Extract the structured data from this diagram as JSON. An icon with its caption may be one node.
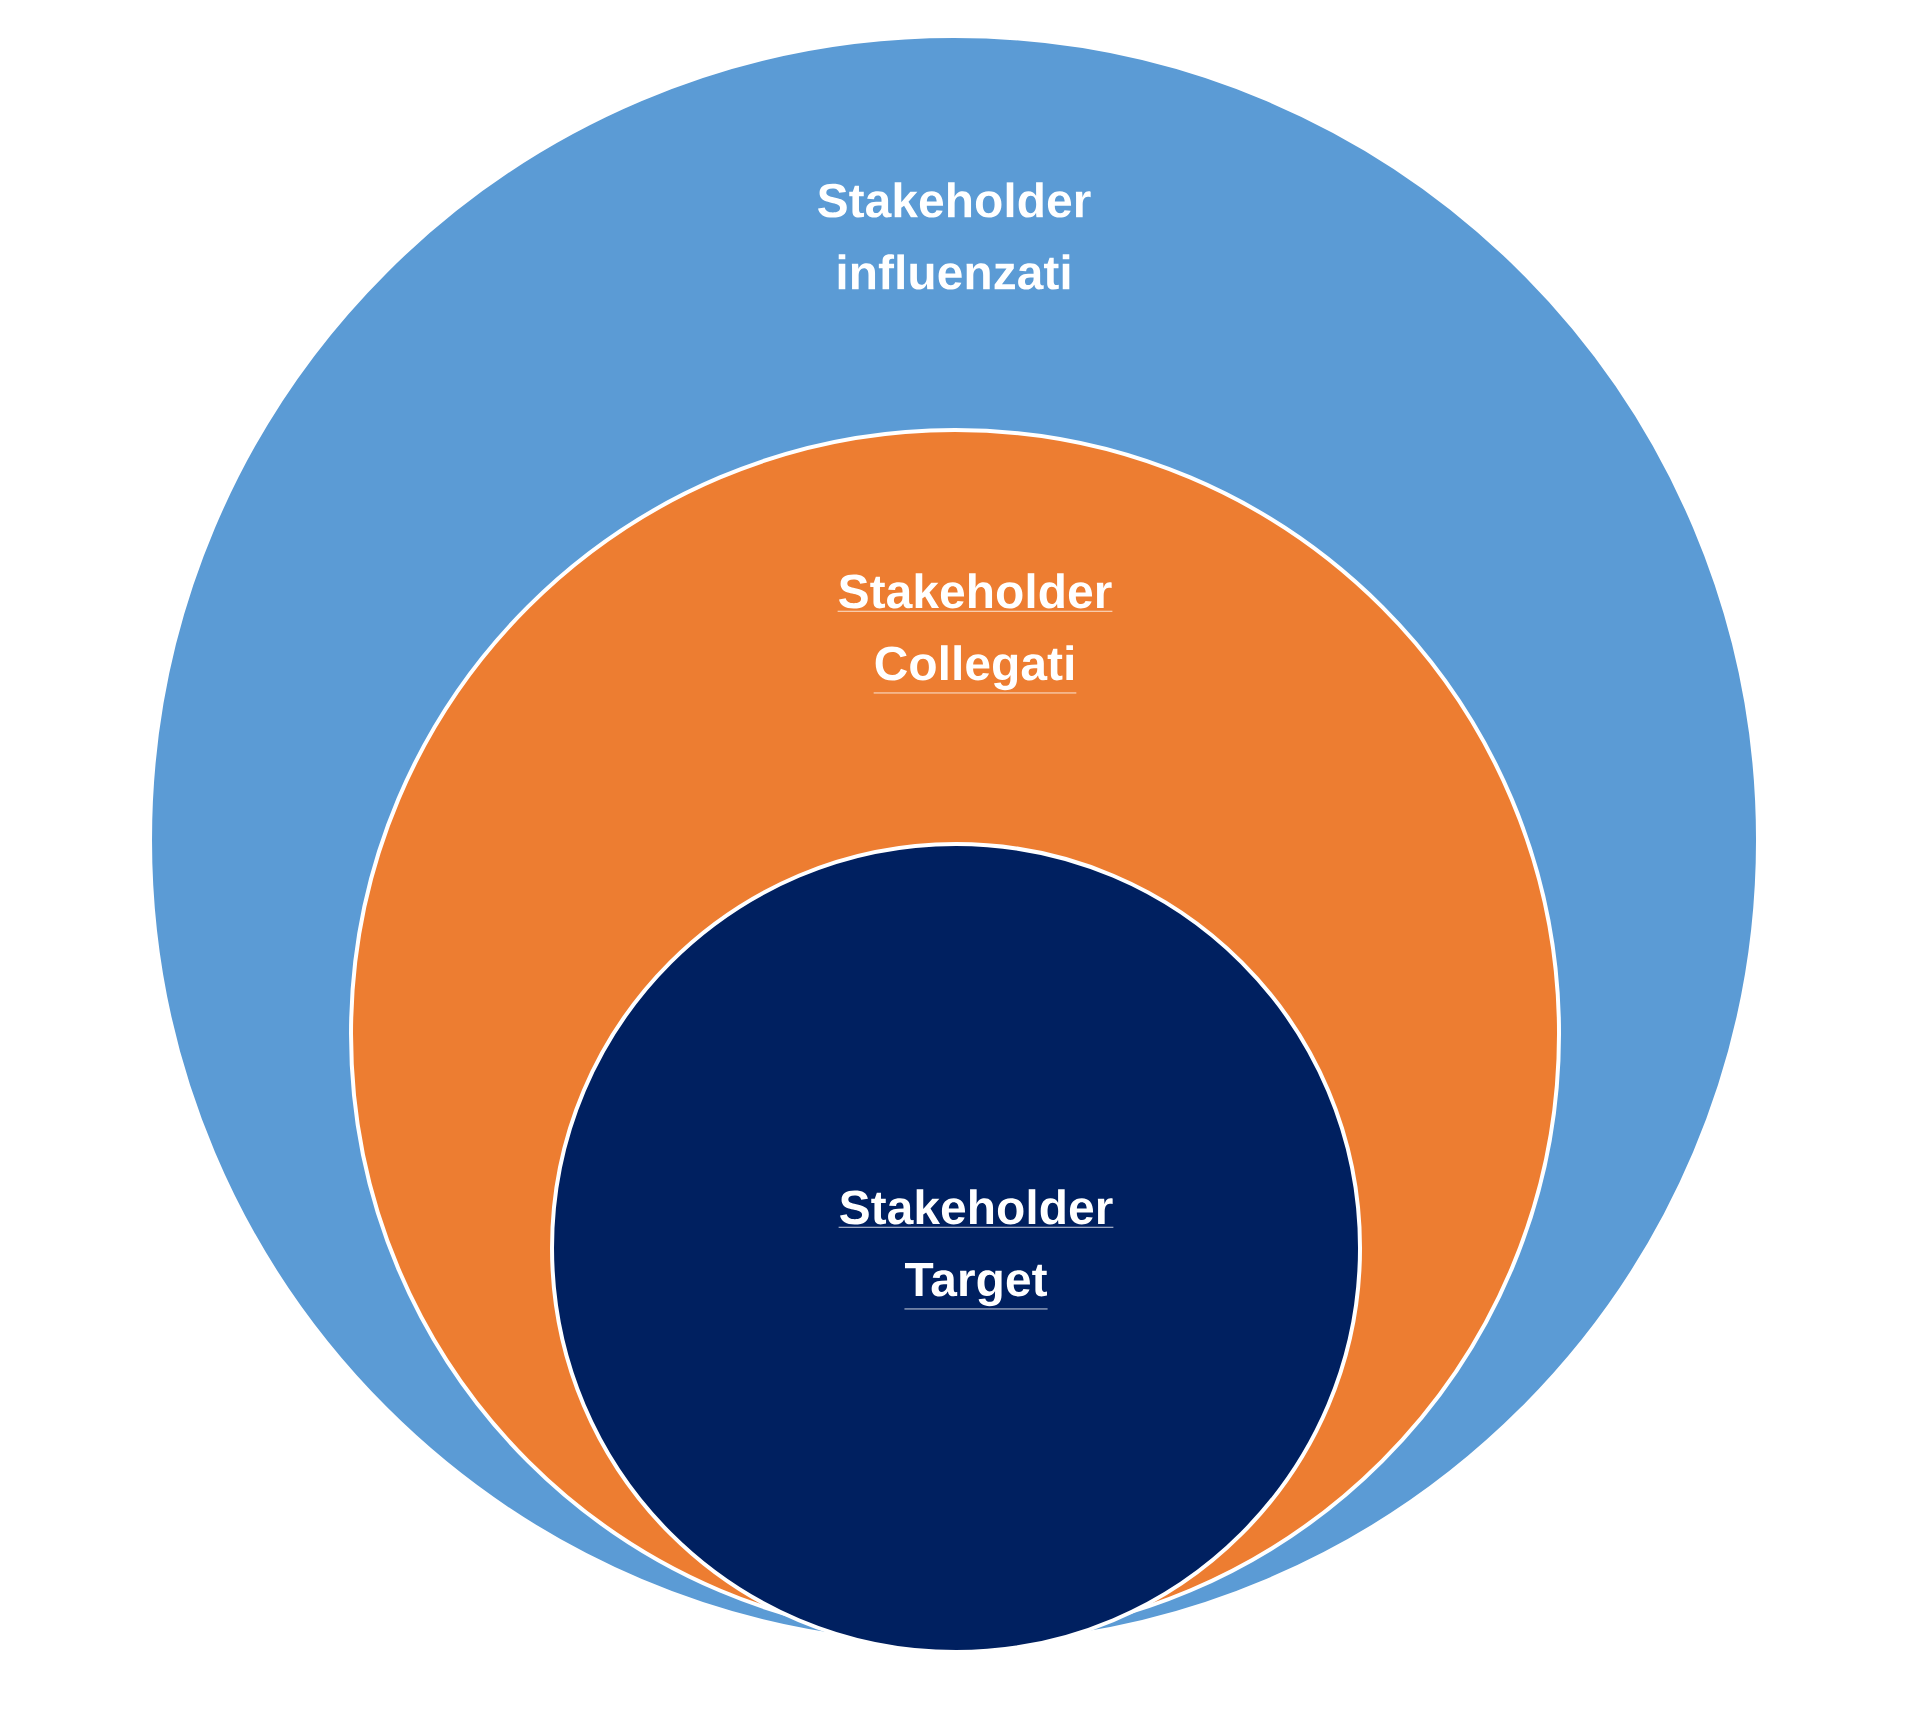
{
  "diagram": {
    "nodes": [
      {
        "text": [
          "Stakeholder influenzati"
        ]
      },
      {
        "text": [
          "Stakeholder Collegati"
        ],
        "in": 0
      },
      {
        "text": [
          "Stakeholder Target"
        ],
        "in": 1
      }
    ]
  }
}
